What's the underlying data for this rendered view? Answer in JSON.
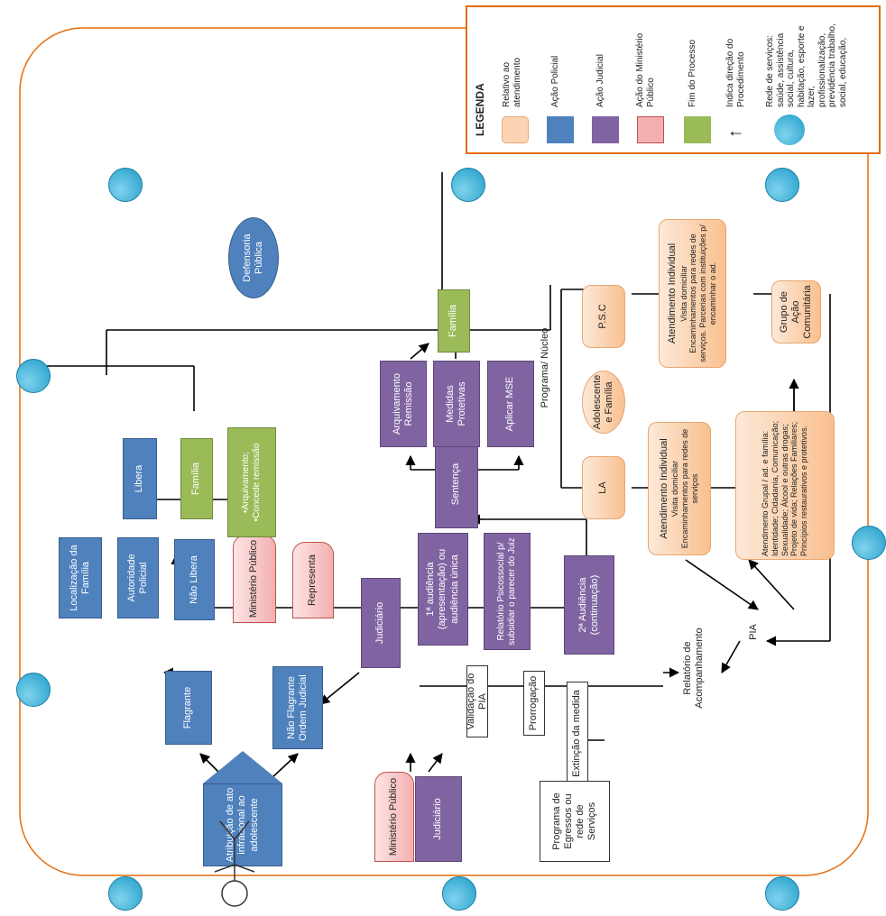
{
  "legend": {
    "title": "LEGENDA",
    "items": [
      {
        "label": "Relativo ao atendimento",
        "kind": "orange"
      },
      {
        "label": "Ação Policial",
        "kind": "blue"
      },
      {
        "label": "Ação Judicial",
        "kind": "purple"
      },
      {
        "label": "Ação do Ministério Público",
        "kind": "pink"
      },
      {
        "label": "Fim do Processo",
        "kind": "green"
      },
      {
        "label": "Indica direção do Procedimento",
        "kind": "arrow"
      },
      {
        "label": "Rede de serviços: saúde, assistência social, cultura, habitação, esporte e lazer, profissionalização, previdência trabalho, social, educação,",
        "kind": "dot"
      }
    ]
  },
  "nodes": {
    "atribuicao": "Atribuição de ato infracional ao adolescente",
    "flagrante": "Flagrante",
    "nao_flagrante": "Não Flagrante Ordem Judicial",
    "localizacao": "Localização da Família",
    "autoridade": "Autoridade Policial",
    "nao_libera": "Não Libera",
    "libera": "Libera",
    "familia_1": "Família",
    "ministerio_1": "Ministério Público",
    "arquivamento_1": "•Arquivamento;\n•Concede remissão",
    "representa": "Representa",
    "judiciario_1": "Judiciário",
    "audiencia_1": "1ª audiência (apresentação) ou audiência única",
    "relatorio_psico": "Relatório Psicossocial p/ subsidiar o parecer do Juiz",
    "audiencia_2": "2ª Audiência (continuação)",
    "sentenca": "Sentença",
    "arquivamento_2": "Arquivamento Remissão",
    "medidas": "Medidas Protetivas",
    "aplicar_mse": "Aplicar MSE",
    "familia_2": "Família",
    "defensoria": "Defensoria Pública",
    "programa_nucleo": "Programa/ Núcleo",
    "la": "LA",
    "adolescente_familia": "Adolescente e Família",
    "psc": "P.S.C",
    "at_ind_la_title": "Atendimento Individual",
    "at_ind_la_body": "Visita domiciliar\nEncaminhamentos para redes de serviços",
    "at_ind_psc_title": "Atendimento Individual",
    "at_ind_psc_body": "Visita domiciliar\nEncaminhamentos para redes de serviços. Parcerias com instituições p/ encaminhar o ad.",
    "at_grupal": "Atendimento Grupal / ad. e família: Identidade; Cidadania, Comunicação; Sexualidade; Álcool e outras drogas; Projeto de vida; Relações Familiares; Princípios restaurativos e protetivos.",
    "grupo_acao": "Grupo de Ação Comunitária",
    "pia": "PIA",
    "relatorio_acomp": "Relatório de Acompanhamento",
    "validacao": "Validação do PIA",
    "prorrogacao": "Prorrogação",
    "extincao": "Extinção da medida",
    "programa_egressos": "Programa de Egressos ou rede de Serviços",
    "ministerio_2": "Ministério Público",
    "judiciario_2": "Judiciário"
  }
}
